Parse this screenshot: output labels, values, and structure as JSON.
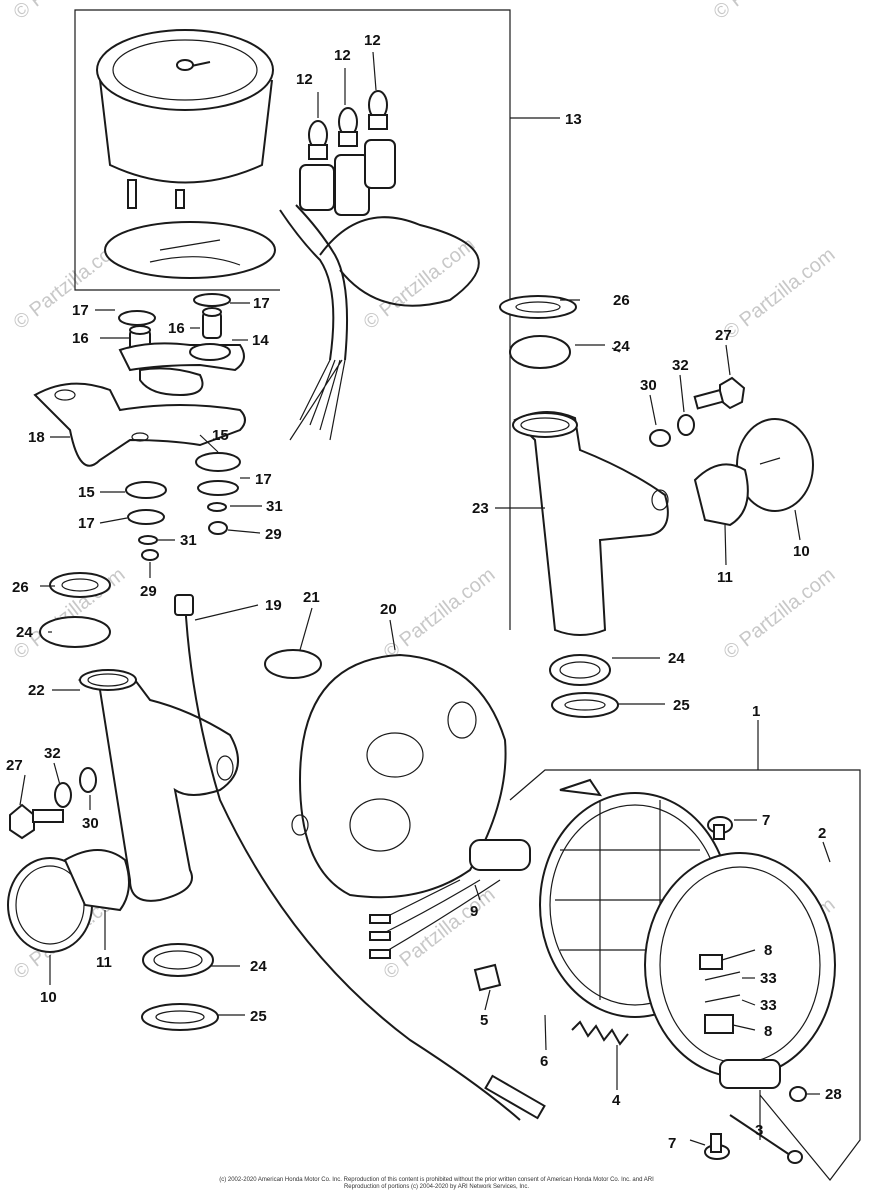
{
  "watermark": "© Partzilla.com",
  "copyright_line1": "(c) 2002-2020 American Honda Motor Co. Inc. Reproduction of this content is prohibited without the prior written consent of American Honda Motor Co. Inc. and ARI",
  "copyright_line2": "Reproduction of portions (c) 2004-2020 by ARI Network Services, Inc.",
  "callouts": [
    {
      "id": "c1",
      "text": "1"
    },
    {
      "id": "c2",
      "text": "2"
    },
    {
      "id": "c3",
      "text": "3"
    },
    {
      "id": "c4",
      "text": "4"
    },
    {
      "id": "c5",
      "text": "5"
    },
    {
      "id": "c6",
      "text": "6"
    },
    {
      "id": "c7a",
      "text": "7"
    },
    {
      "id": "c7b",
      "text": "7"
    },
    {
      "id": "c8a",
      "text": "8"
    },
    {
      "id": "c8b",
      "text": "8"
    },
    {
      "id": "c9",
      "text": "9"
    },
    {
      "id": "c10a",
      "text": "10"
    },
    {
      "id": "c10b",
      "text": "10"
    },
    {
      "id": "c11a",
      "text": "11"
    },
    {
      "id": "c11b",
      "text": "11"
    },
    {
      "id": "c12a",
      "text": "12"
    },
    {
      "id": "c12b",
      "text": "12"
    },
    {
      "id": "c12c",
      "text": "12"
    },
    {
      "id": "c13",
      "text": "13"
    },
    {
      "id": "c14",
      "text": "14"
    },
    {
      "id": "c15a",
      "text": "15"
    },
    {
      "id": "c15b",
      "text": "15"
    },
    {
      "id": "c16a",
      "text": "16"
    },
    {
      "id": "c16b",
      "text": "16"
    },
    {
      "id": "c17a",
      "text": "17"
    },
    {
      "id": "c17b",
      "text": "17"
    },
    {
      "id": "c17c",
      "text": "17"
    },
    {
      "id": "c17d",
      "text": "17"
    },
    {
      "id": "c18",
      "text": "18"
    },
    {
      "id": "c19",
      "text": "19"
    },
    {
      "id": "c20",
      "text": "20"
    },
    {
      "id": "c21",
      "text": "21"
    },
    {
      "id": "c22",
      "text": "22"
    },
    {
      "id": "c23",
      "text": "23"
    },
    {
      "id": "c24a",
      "text": "24"
    },
    {
      "id": "c24b",
      "text": "24"
    },
    {
      "id": "c24c",
      "text": "24"
    },
    {
      "id": "c24d",
      "text": "24"
    },
    {
      "id": "c25a",
      "text": "25"
    },
    {
      "id": "c25b",
      "text": "25"
    },
    {
      "id": "c26a",
      "text": "26"
    },
    {
      "id": "c26b",
      "text": "26"
    },
    {
      "id": "c27a",
      "text": "27"
    },
    {
      "id": "c27b",
      "text": "27"
    },
    {
      "id": "c28",
      "text": "28"
    },
    {
      "id": "c29a",
      "text": "29"
    },
    {
      "id": "c29b",
      "text": "29"
    },
    {
      "id": "c30a",
      "text": "30"
    },
    {
      "id": "c30b",
      "text": "30"
    },
    {
      "id": "c31a",
      "text": "31"
    },
    {
      "id": "c31b",
      "text": "31"
    },
    {
      "id": "c32a",
      "text": "32"
    },
    {
      "id": "c32b",
      "text": "32"
    },
    {
      "id": "c33a",
      "text": "33"
    },
    {
      "id": "c33b",
      "text": "33"
    }
  ]
}
